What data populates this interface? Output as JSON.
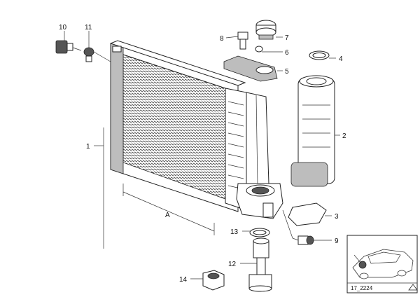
{
  "callouts": {
    "c1": "1",
    "c2": "2",
    "c3": "3",
    "c4": "4",
    "c5": "5",
    "c6": "6",
    "c7": "7",
    "c8": "8",
    "c9": "9",
    "c10": "10",
    "c11": "11",
    "c12": "12",
    "c13": "13",
    "c14": "14",
    "dimension": "A"
  },
  "inset": {
    "code": "17_2224",
    "icon": "warning-triangle-icon"
  }
}
